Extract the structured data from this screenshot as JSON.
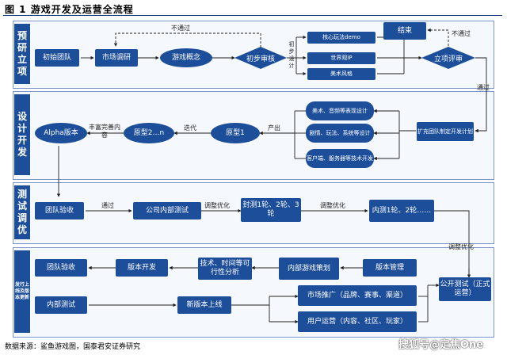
{
  "title": "图 1 游戏开发及运营全流程",
  "source": "数据来源：鲨鱼游戏图，国泰君安证券研究",
  "watermark": "搜狐号@定焦One",
  "phases": {
    "research": "预研立项",
    "design": "设计开发",
    "test": "测试调优",
    "operate": "发行上线及版本更新"
  },
  "nodes": {
    "initial_team": "初始团队",
    "market_research": "市场调研",
    "game_concept": "游戏概念",
    "initial_review": "初步审核",
    "core_gameplay": "核心玩法demo",
    "world_ip": "世界观IP",
    "art_style": "美术风格",
    "end": "结束",
    "project_review": "立项评审",
    "art_audio": "美术、音频等表现设计",
    "plot_gameplay": "剧情、玩法、系统等设计",
    "client_server": "客户端、服务器等技术开发",
    "expand_team": "扩充团队制定开发计划",
    "prototype1": "原型1",
    "prototype2n": "原型2…n",
    "alpha": "Alpha版本",
    "team_accept_1": "团队验收",
    "internal_test_1": "公司内部测试",
    "closed_beta": "封测1轮、2轮、3轮",
    "open_beta": "内测1轮、2轮……",
    "team_accept_2": "团队验收",
    "version_dev": "版本开发",
    "tech_feasibility": "技术、时间等可行性分析",
    "internal_game_plan": "内部游戏策划",
    "version_mgmt": "版本管理",
    "public_test": "公开测试（正式运营）",
    "internal_test_2": "内部测试",
    "new_version_launch": "新版本上线",
    "marketing": "市场推广（品牌、赛事、渠道）",
    "user_ops": "用户运营（内容、社区、玩家）"
  },
  "edges": {
    "not_pass_1": "不通过",
    "not_pass_2": "不通过",
    "initial_setting": "初步设计",
    "pass_1": "通过",
    "output": "产出",
    "iterate": "迭代",
    "enrich": "丰富完善内容",
    "pass_2": "通过",
    "tune_1": "调整优化",
    "tune_2": "调整优化",
    "tune_3": "调整优化"
  }
}
